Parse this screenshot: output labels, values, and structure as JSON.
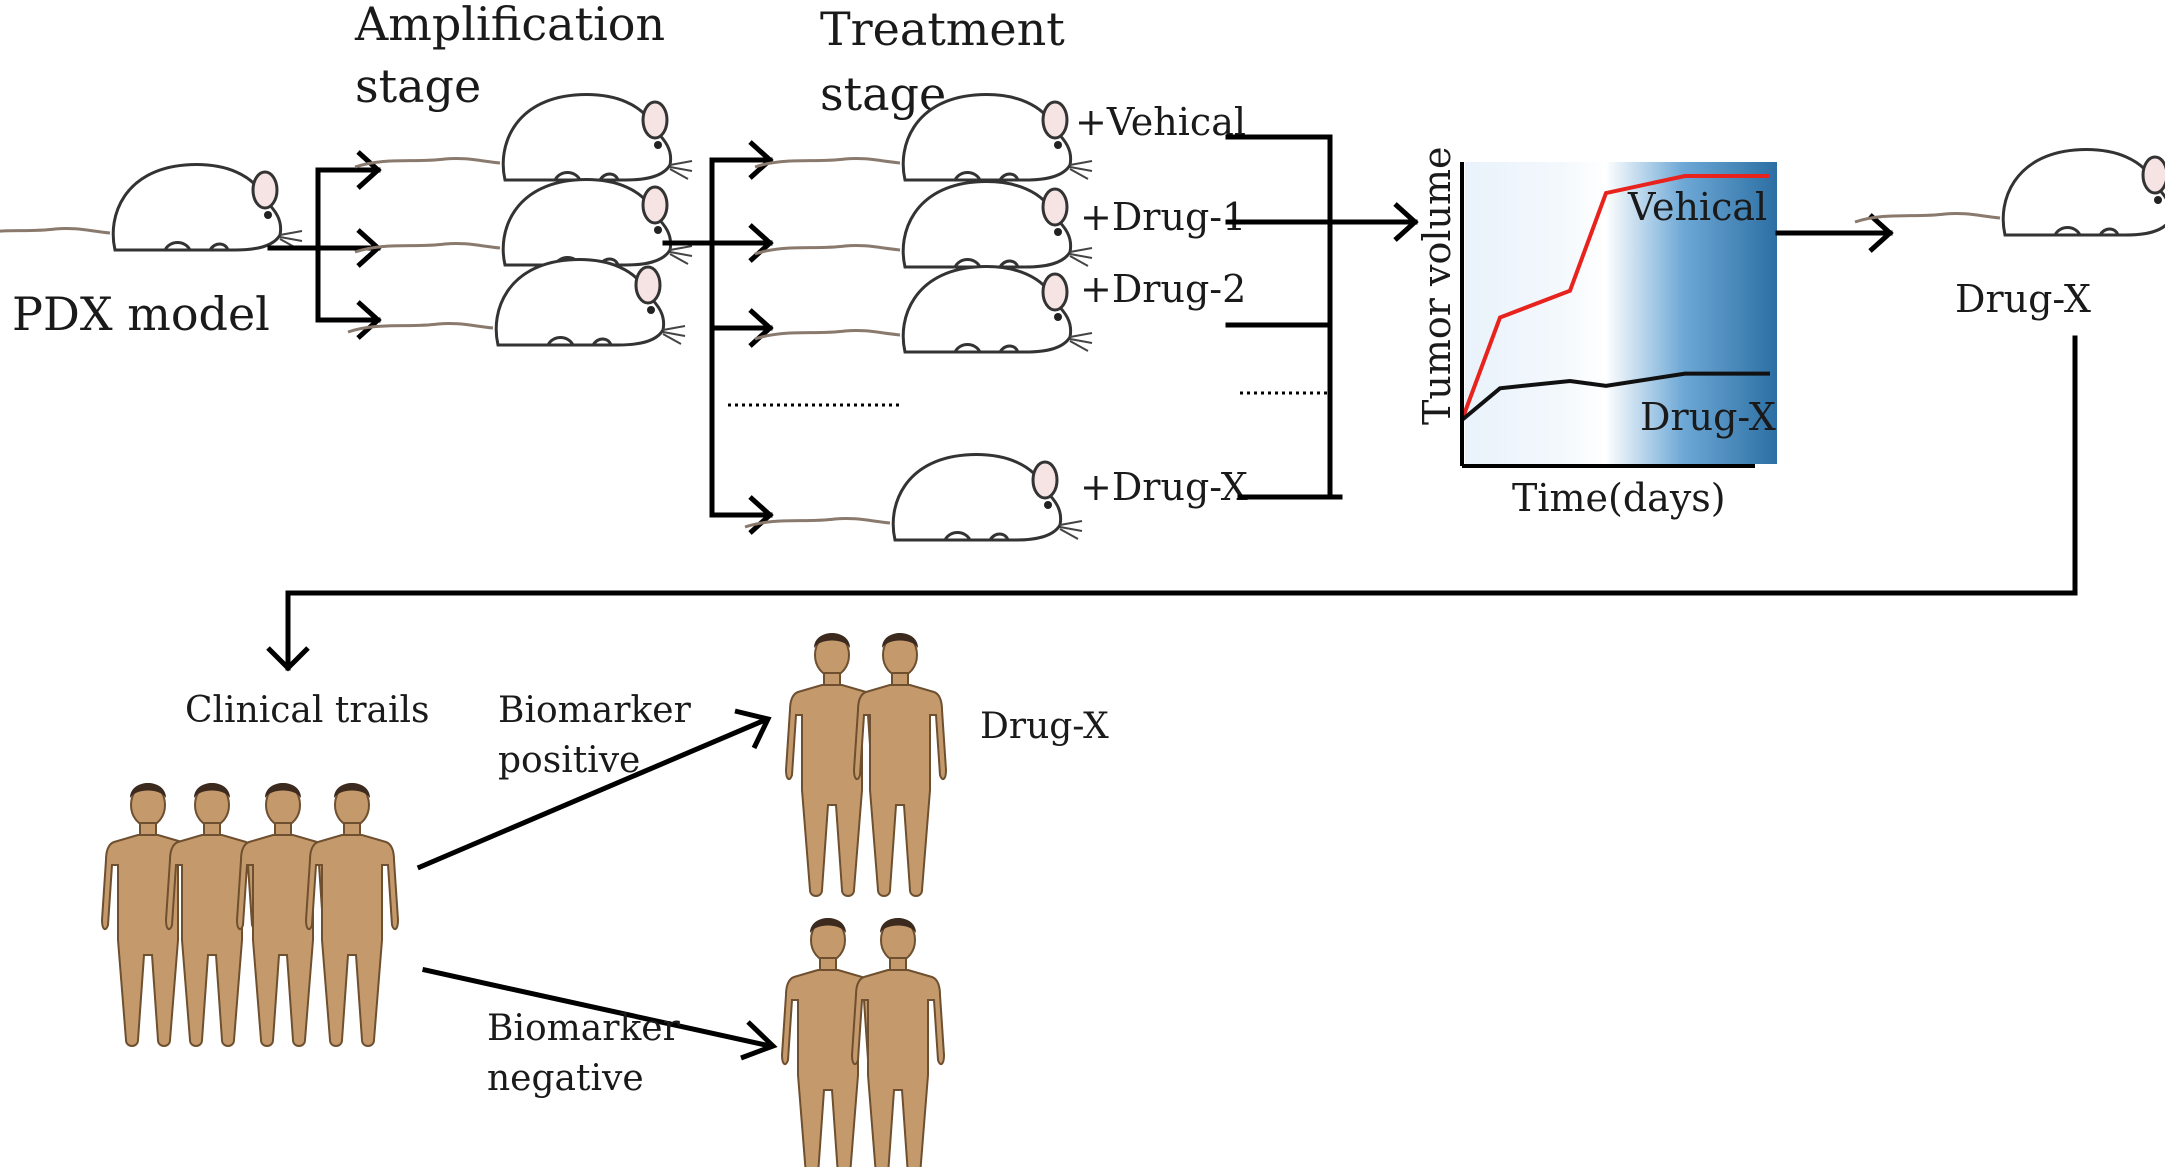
{
  "labels": {
    "pdx_model": "PDX model",
    "amplification_line1": "Amplification",
    "amplification_line2": "stage",
    "treatment_line1": "Treatment",
    "treatment_line2": "stage",
    "vehical_group": "+Vehical",
    "drug1_group": "+Drug-1",
    "drug2_group": "+Drug-2",
    "drugx_group": "+Drug-X",
    "selected_drug": "Drug-X",
    "clinical_trails": "Clinical trails",
    "positive_line1": "Biomarker",
    "positive_line2": "positive",
    "negative_line1": "Biomarker",
    "negative_line2": "negative",
    "positive_outcome": "Drug-X"
  },
  "inset_chart": {
    "type": "line",
    "title": "",
    "xlabel": "Time(days)",
    "ylabel": "Tumor volume",
    "series": [
      {
        "name": "Vehical",
        "color": "#e8231e",
        "values": [
          0.0,
          0.42,
          0.53,
          0.93,
          1.0,
          1.0
        ]
      },
      {
        "name": "Drug-X",
        "color": "#111111",
        "values": [
          0.0,
          0.13,
          0.16,
          0.14,
          0.19,
          0.19
        ]
      }
    ],
    "x": [
      0,
      1,
      2,
      3,
      4,
      5
    ],
    "background_gradient": [
      "#eaf3fb",
      "#ffffff",
      "#2c73a8"
    ]
  },
  "icons": {
    "mouse": "mouse-icon",
    "human": "human-figure-icon"
  },
  "colors": {
    "line": "#000000",
    "skin": "#c49a6c",
    "vehical_line": "#e8231e",
    "drug_line": "#111111"
  }
}
